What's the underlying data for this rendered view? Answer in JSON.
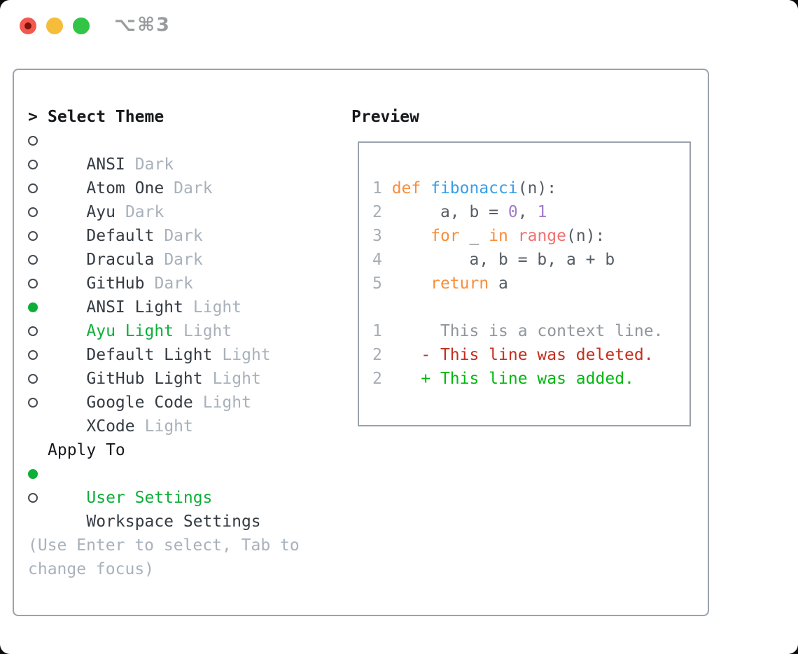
{
  "window": {
    "title_shortcut": "⌥⌘3",
    "traffic_lights": [
      "close-icon",
      "minimize-icon",
      "zoom-icon"
    ],
    "close_modified_dot": true
  },
  "colors": {
    "panel_border": "#9aa2ad",
    "text_dark": "#343b42",
    "text_muted": "#a8b1bb",
    "selected_green": "#0eaf39",
    "traffic_red": "#f4574d",
    "traffic_red_dot": "#7d140a",
    "traffic_yellow": "#f6bd3a",
    "traffic_green": "#31c446",
    "syntax_keyword_orange": "#f98d3b",
    "syntax_function_blue": "#399ee6",
    "syntax_number_purple": "#a37acc",
    "syntax_call_coral": "#f07171",
    "syntax_foreground": "#565d64",
    "line_number_gray": "#a6adb4",
    "diff_context_gray": "#8f969c",
    "diff_deleted_red": "#c42f1e",
    "diff_added_green": "#00b80f"
  },
  "theme_picker": {
    "prompt": ">",
    "header": "Select Theme",
    "themes": [
      {
        "name": "ANSI",
        "variant": "Dark",
        "selected": false
      },
      {
        "name": "Atom One",
        "variant": "Dark",
        "selected": false
      },
      {
        "name": "Ayu",
        "variant": "Dark",
        "selected": false
      },
      {
        "name": "Default",
        "variant": "Dark",
        "selected": false
      },
      {
        "name": "Dracula",
        "variant": "Dark",
        "selected": false
      },
      {
        "name": "GitHub",
        "variant": "Dark",
        "selected": false
      },
      {
        "name": "ANSI Light",
        "variant": "Light",
        "selected": false
      },
      {
        "name": "Ayu Light",
        "variant": "Light",
        "selected": true
      },
      {
        "name": "Default Light",
        "variant": "Light",
        "selected": false
      },
      {
        "name": "GitHub Light",
        "variant": "Light",
        "selected": false
      },
      {
        "name": "Google Code",
        "variant": "Light",
        "selected": false
      },
      {
        "name": "XCode",
        "variant": "Light",
        "selected": false
      }
    ]
  },
  "apply_to": {
    "title": "Apply To",
    "options": [
      {
        "label": "User Settings",
        "selected": true
      },
      {
        "label": "Workspace Settings",
        "selected": false
      }
    ]
  },
  "hint": "(Use Enter to select, Tab to change focus)",
  "preview": {
    "title": "Preview",
    "code_lines": [
      [
        [
          "num",
          "1 "
        ],
        [
          "kw",
          "def "
        ],
        [
          "fn",
          "fibonacci"
        ],
        [
          "fg",
          "(n):"
        ]
      ],
      [
        [
          "num",
          "2 "
        ],
        [
          "fg",
          "     a, b = "
        ],
        [
          "lit",
          "0"
        ],
        [
          "fg",
          ", "
        ],
        [
          "lit",
          "1"
        ]
      ],
      [
        [
          "num",
          "3 "
        ],
        [
          "fg",
          "    "
        ],
        [
          "kw",
          "for"
        ],
        [
          "fg",
          " _ "
        ],
        [
          "kw",
          "in"
        ],
        [
          "fg",
          " "
        ],
        [
          "call",
          "range"
        ],
        [
          "fg",
          "(n):"
        ]
      ],
      [
        [
          "num",
          "4 "
        ],
        [
          "fg",
          "        a, b = b, a + b"
        ]
      ],
      [
        [
          "num",
          "5 "
        ],
        [
          "fg",
          "    "
        ],
        [
          "kw",
          "return"
        ],
        [
          "fg",
          " a"
        ]
      ],
      [],
      [
        [
          "num",
          "1 "
        ],
        [
          "ctx",
          "     This is a context line."
        ]
      ],
      [
        [
          "num",
          "2 "
        ],
        [
          "del",
          "   - This line was deleted."
        ]
      ],
      [
        [
          "num",
          "2 "
        ],
        [
          "add",
          "   + This line was added."
        ]
      ]
    ]
  }
}
